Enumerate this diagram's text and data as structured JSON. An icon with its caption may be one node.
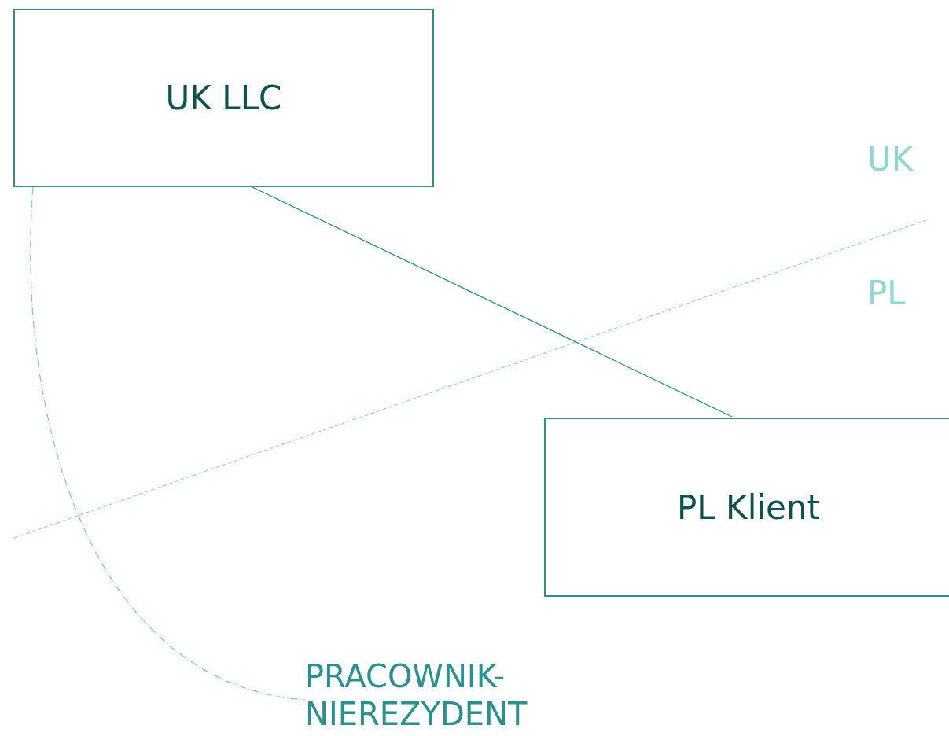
{
  "diagram": {
    "nodes": [
      {
        "text": [
          "UK LLC"
        ]
      },
      {
        "text": [
          "PL Klient"
        ]
      },
      {
        "text": [
          "PRACOWNIK-NIEREZYDENT"
        ]
      }
    ],
    "edges": [
      {
        "from": 0,
        "to": 1,
        "arrow": "none"
      },
      {
        "from": 0,
        "to": 2,
        "arrow": "none",
        "style": "dashed",
        "color": "#7fcfc8"
      }
    ],
    "labels": [
      "UK",
      "PL"
    ]
  }
}
